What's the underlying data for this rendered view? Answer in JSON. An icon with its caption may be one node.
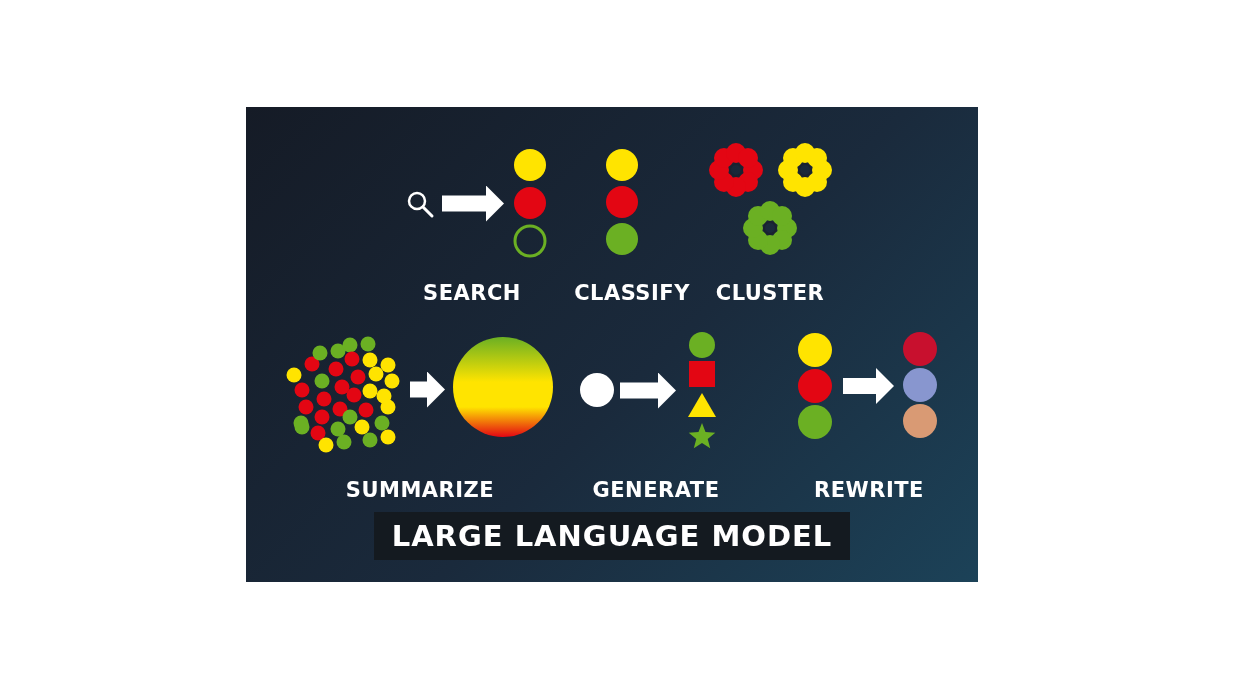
{
  "diagram": {
    "title": "LARGE LANGUAGE MODEL",
    "nodes": [
      {
        "text": [],
        "shape": "picture"
      },
      {
        "text": [],
        "shape": "picture"
      },
      {
        "text": [],
        "shape": "picture"
      },
      {
        "text": [],
        "shape": "circle"
      },
      {
        "text": [],
        "shape": "circle"
      },
      {
        "text": [],
        "shape": "picture"
      },
      {
        "text": [],
        "shape": "picture"
      },
      {
        "text": [],
        "shape": "picture"
      }
    ],
    "edges": [
      {
        "from": 0,
        "to": 1,
        "arrow": "to"
      },
      {
        "from": 2,
        "to": 3,
        "arrow": "to"
      },
      {
        "from": 4,
        "to": 5,
        "arrow": "to"
      },
      {
        "from": 6,
        "to": 7,
        "arrow": "to"
      }
    ],
    "labels": [
      "SEARCH",
      "CLASSIFY",
      "CLUSTER",
      "SUMMARIZE",
      "GENERATE",
      "REWRITE"
    ]
  }
}
